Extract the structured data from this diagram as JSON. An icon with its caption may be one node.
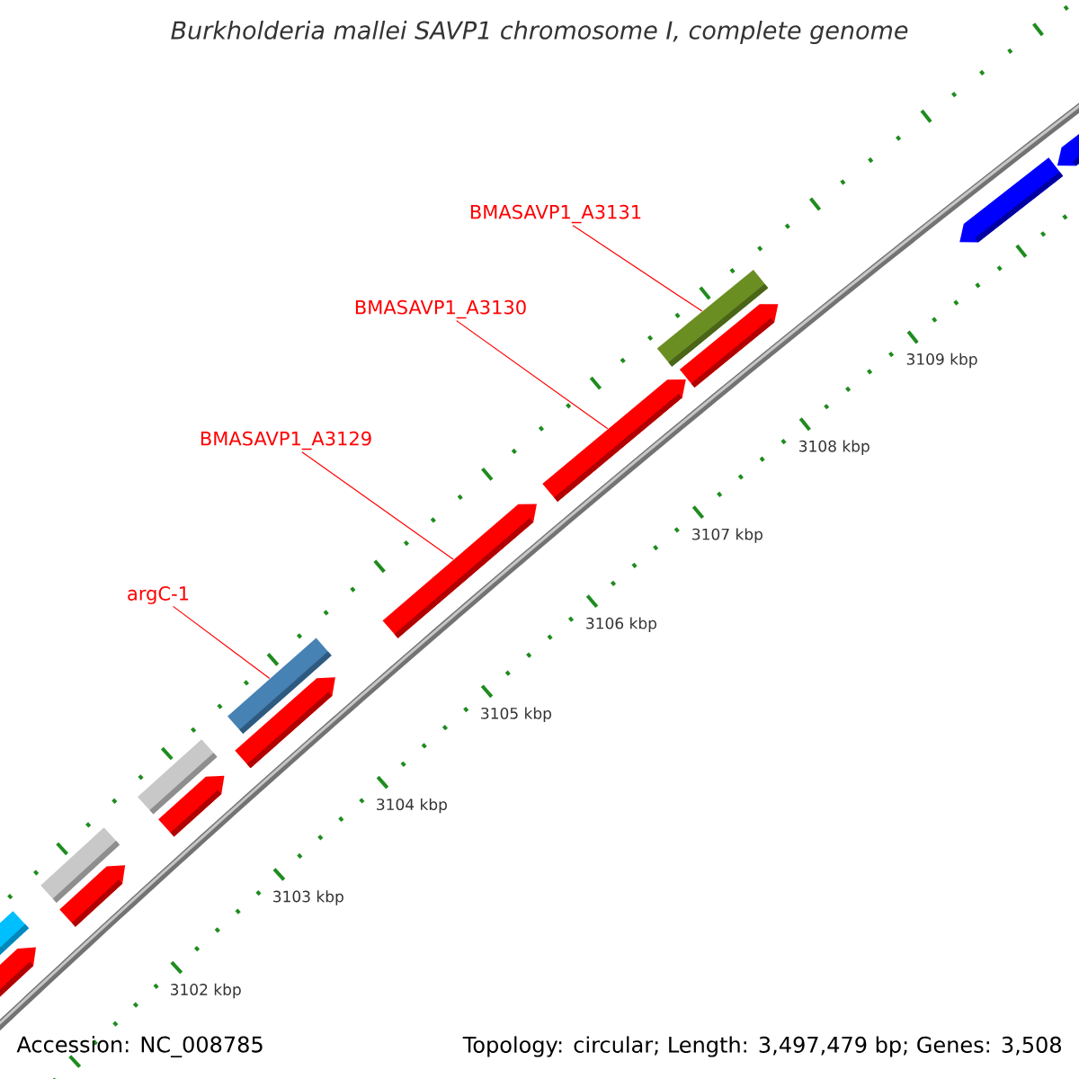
{
  "diagram": {
    "title": "Burkholderia mallei SAVP1 chromosome I, complete genome",
    "nodes": [
      {
        "text": [
          "argC-1"
        ]
      },
      {
        "text": [
          "BMASAVP1_A3129"
        ]
      },
      {
        "text": [
          "BMASAVP1_A3130"
        ]
      },
      {
        "text": [
          "BMASAVP1_A3131"
        ]
      },
      {
        "text": [],
        "shape": "bar"
      },
      {
        "text": [],
        "shape": "arrow"
      },
      {
        "text": [],
        "shape": "arrow"
      },
      {
        "text": [],
        "shape": "bar"
      }
    ],
    "edges": [
      {
        "from": 0,
        "to": 4,
        "arrow": "none"
      },
      {
        "from": 1,
        "to": 5,
        "arrow": "none"
      },
      {
        "from": 2,
        "to": 6,
        "arrow": "none"
      },
      {
        "from": 3,
        "to": 7,
        "arrow": "none"
      }
    ],
    "labels": [
      "3102 kbp",
      "3103 kbp",
      "3104 kbp",
      "3105 kbp",
      "3106 kbp",
      "3107 kbp",
      "3108 kbp",
      "3109 kbp",
      "Accession: NC_008785",
      "Topology: circular; Length: 3,497,479 bp; Genes: 3,508"
    ]
  }
}
